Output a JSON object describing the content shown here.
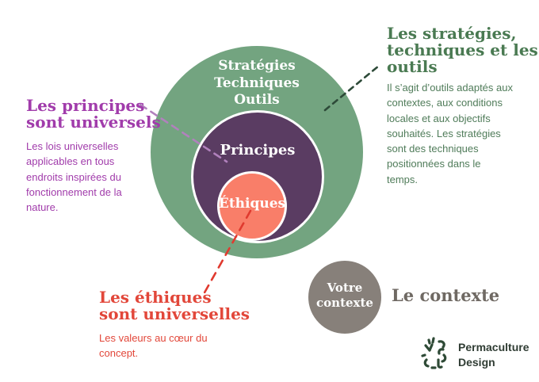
{
  "diagram": {
    "strategies_circle": {
      "label": "Stratégies\nTechniques\nOutils",
      "color": "#73a480"
    },
    "principes_circle": {
      "label": "Principes",
      "color": "#5a3c62"
    },
    "ethiques_circle": {
      "label": "Éthiques",
      "color": "#f97e69"
    },
    "contexte_circle": {
      "label": "Votre\ncontexte",
      "color": "#87807a"
    },
    "contexte_caption": "Le contexte"
  },
  "annotations": {
    "principes": {
      "heading": "Les principes\nsont universels",
      "body": "Les lois universelles\napplicables en tous\nendroits inspirées du\nfonctionnement de la\nnature.",
      "color": "#a13cab"
    },
    "strategies": {
      "heading": "Les stratégies,\ntechniques et les\noutils",
      "body": "Il s’agit d’outils adaptés aux\ncontextes, aux conditions\nlocales et aux objectifs\nsouhaités. Les stratégies\nsont des techniques\npositionnées dans le\ntemps.",
      "heading_color": "#4a7a52",
      "body_color": "#507c5a"
    },
    "ethiques": {
      "heading": "Les éthiques\nsont universelles",
      "body": "Les valeurs au cœur du\nconcept.",
      "color": "#e2473a"
    }
  },
  "connectors": {
    "principes_color": "#b181bd",
    "strategies_color": "#2d4a38",
    "ethiques_color": "#e03a2f"
  },
  "logo": {
    "text": "Permaculture\nDesign",
    "mark_color": "#2e4a36"
  }
}
